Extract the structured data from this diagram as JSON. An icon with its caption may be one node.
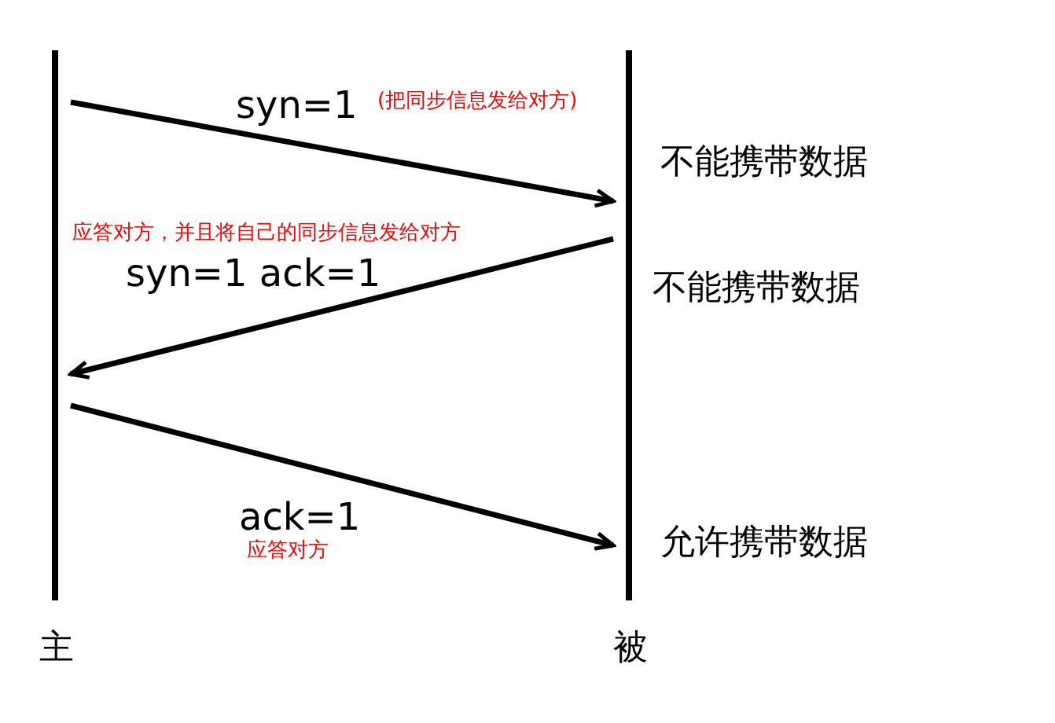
{
  "diagram": {
    "nodes": [
      {
        "text": [
          "主"
        ]
      },
      {
        "text": [
          "被"
        ]
      }
    ],
    "edges": [
      {
        "from": 0,
        "to": 1,
        "arrow": "to",
        "label": "syn=1"
      },
      {
        "from": 1,
        "to": 0,
        "arrow": "to",
        "label": "syn=1 ack=1"
      },
      {
        "from": 0,
        "to": 1,
        "arrow": "to",
        "label": "ack=1"
      }
    ],
    "labels": [
      "(把同步信息发给对方)",
      "不能携带数据",
      "应答对方，并且将自己的同步信息发给对方",
      "不能携带数据",
      "应答对方",
      "允许携带数据"
    ]
  }
}
